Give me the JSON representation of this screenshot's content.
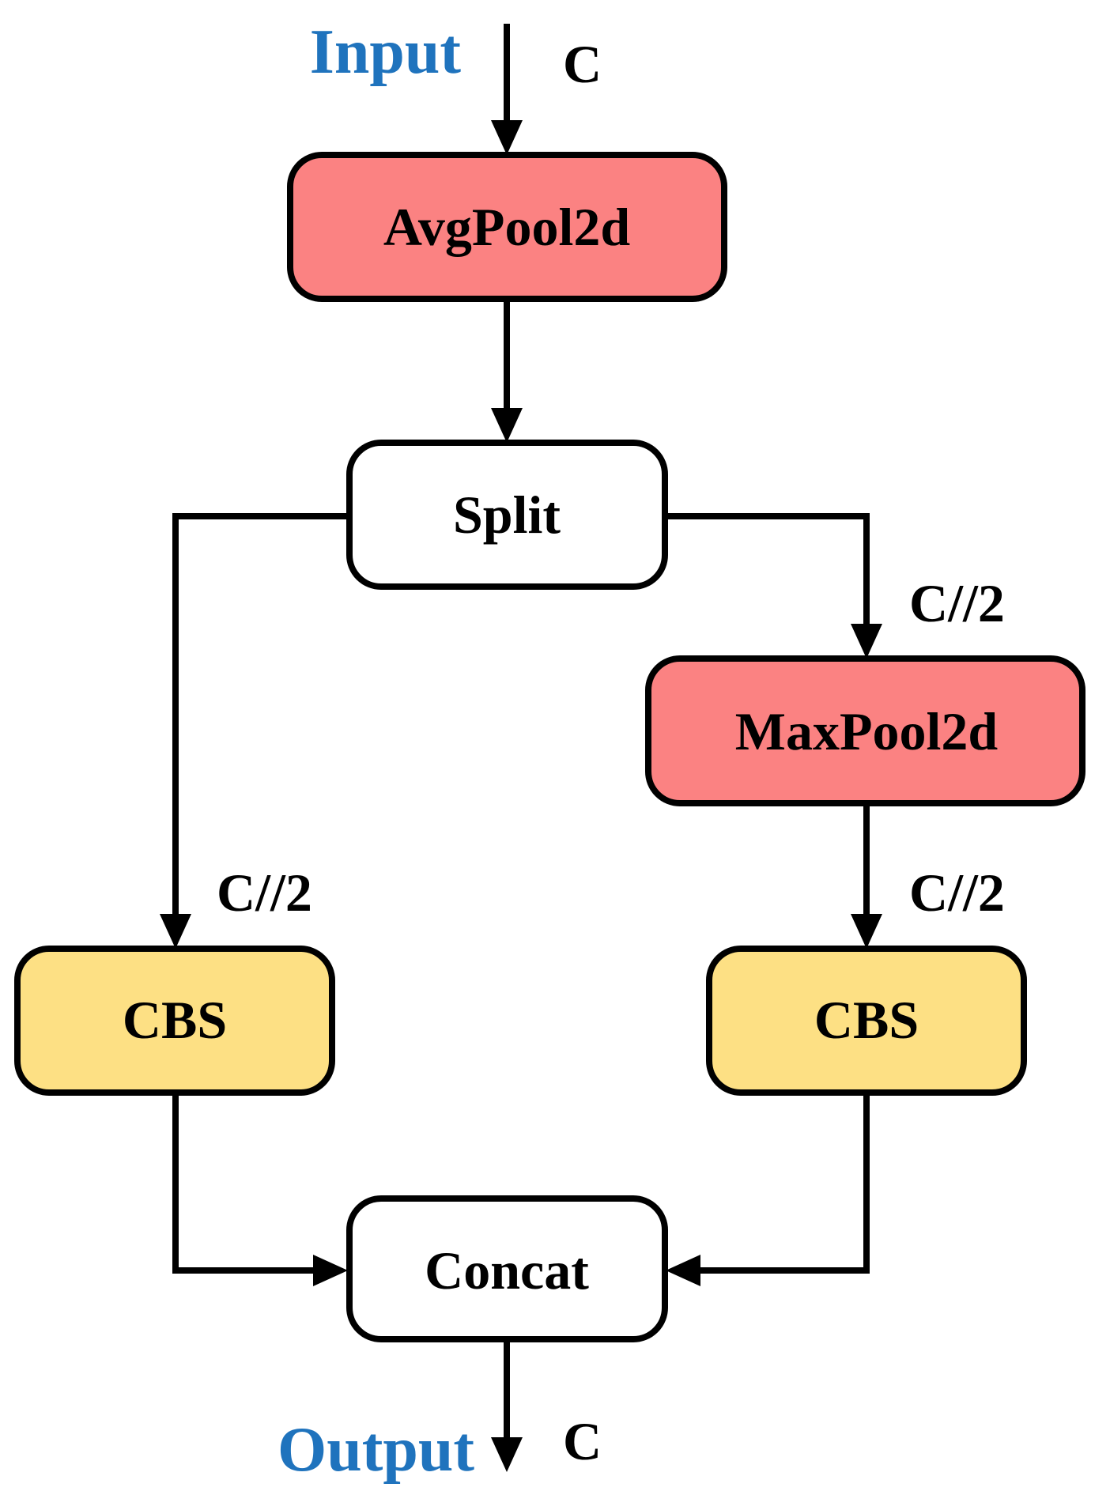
{
  "io": {
    "input_label": "Input",
    "output_label": "Output",
    "color": "#1f73bd"
  },
  "nodes": {
    "avgpool": {
      "label": "AvgPool2d",
      "fill": "#fb8282"
    },
    "split": {
      "label": "Split",
      "fill": "#ffffff"
    },
    "maxpool": {
      "label": "MaxPool2d",
      "fill": "#fb8282"
    },
    "cbs_left": {
      "label": "CBS",
      "fill": "#fde084"
    },
    "cbs_right": {
      "label": "CBS",
      "fill": "#fde084"
    },
    "concat": {
      "label": "Concat",
      "fill": "#ffffff"
    }
  },
  "edge_labels": {
    "input_channels": "C",
    "split_to_maxpool": "C//2",
    "split_to_cbs_left": "C//2",
    "maxpool_to_cbs_right": "C//2",
    "output_channels": "C"
  }
}
